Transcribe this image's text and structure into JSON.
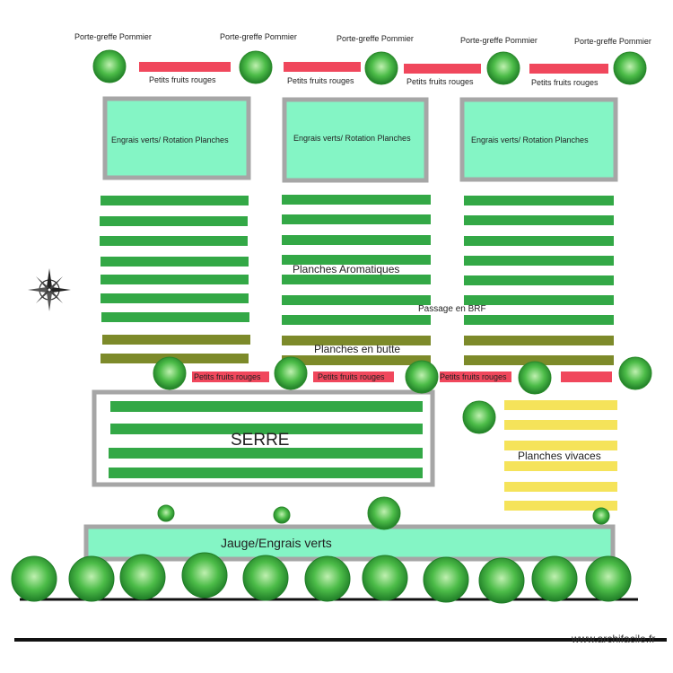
{
  "labels": {
    "rootstock": "Porte-greffe Pommier",
    "red_fruits": "Petits fruits rouges",
    "green_manure_rotation": "Engrais verts/ Rotation Planches",
    "aromatic_beds": "Planches Aromatiques",
    "brf_path": "Passage en BRF",
    "raised_beds": "Planches en butte",
    "greenhouse": "SERRE",
    "perennial_beds": "Planches vivaces",
    "nursery_green_manure": "Jauge/Engrais verts"
  },
  "watermark": "www.archifacile.fr",
  "compass": {
    "icon": "compass-rose-icon"
  },
  "colors": {
    "bed_green": "#33a846",
    "bed_olive": "#7d8a2a",
    "bed_yellow": "#f5e35a",
    "red_fruit": "#f0475c",
    "mint_zone": "#84f5c5",
    "frame_grey": "#a6a6a6",
    "tree_green": "#3aa63a",
    "tree_light": "#9be39b"
  }
}
